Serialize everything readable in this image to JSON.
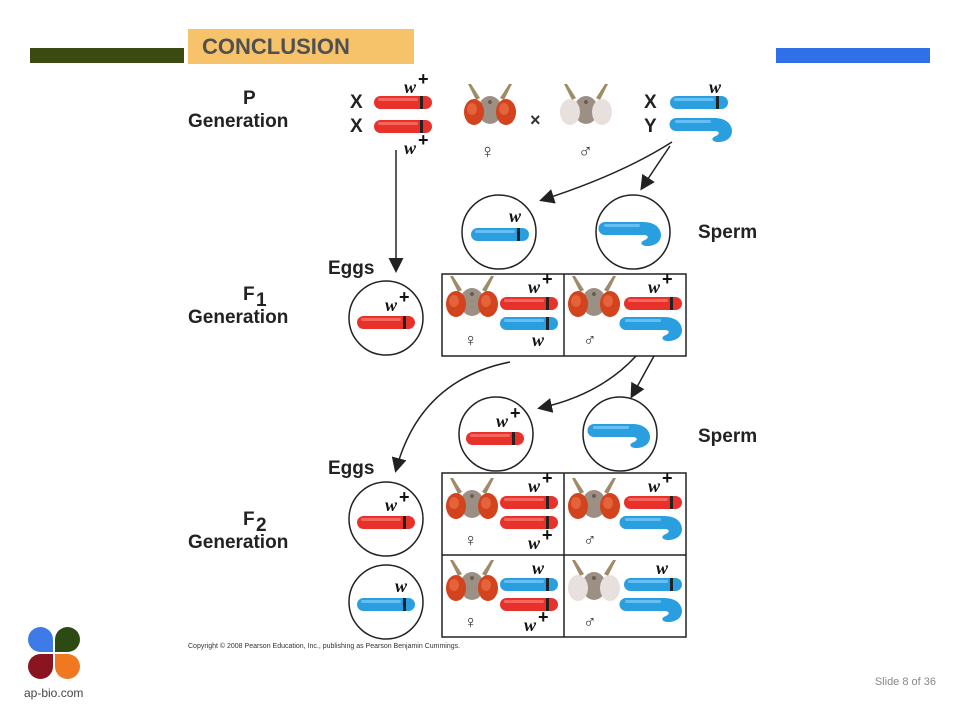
{
  "header": {
    "title": "CONCLUSION"
  },
  "labels": {
    "p_gen_a": "P",
    "p_gen_b": "Generation",
    "f1_gen_a": "F",
    "f1_gen_sub": "1",
    "f1_gen_b": "Generation",
    "f2_gen_a": "F",
    "f2_gen_sub": "2",
    "f2_gen_b": "Generation",
    "eggs_1": "Eggs",
    "eggs_2": "Eggs",
    "sperm_1": "Sperm",
    "sperm_2": "Sperm",
    "x_1": "X",
    "x_2": "X",
    "x_3": "X",
    "y_1": "Y",
    "cross": "×",
    "female_symbol": "♀",
    "male_symbol": "♂",
    "allele_w": "w",
    "plus": "+"
  },
  "colors": {
    "red_chromosome": "#e8312a",
    "blue_chromosome": "#2a9fe0",
    "bar_left": "#3b4a10",
    "bar_right": "#2f6fe8",
    "title_bg": "#f6c36b"
  },
  "footer": {
    "copyright": "Copyright © 2008 Pearson Education, Inc., publishing as Pearson Benjamin Cummings.",
    "logo_text": "ap-bio.com",
    "slide_number": "Slide 8 of 36"
  }
}
